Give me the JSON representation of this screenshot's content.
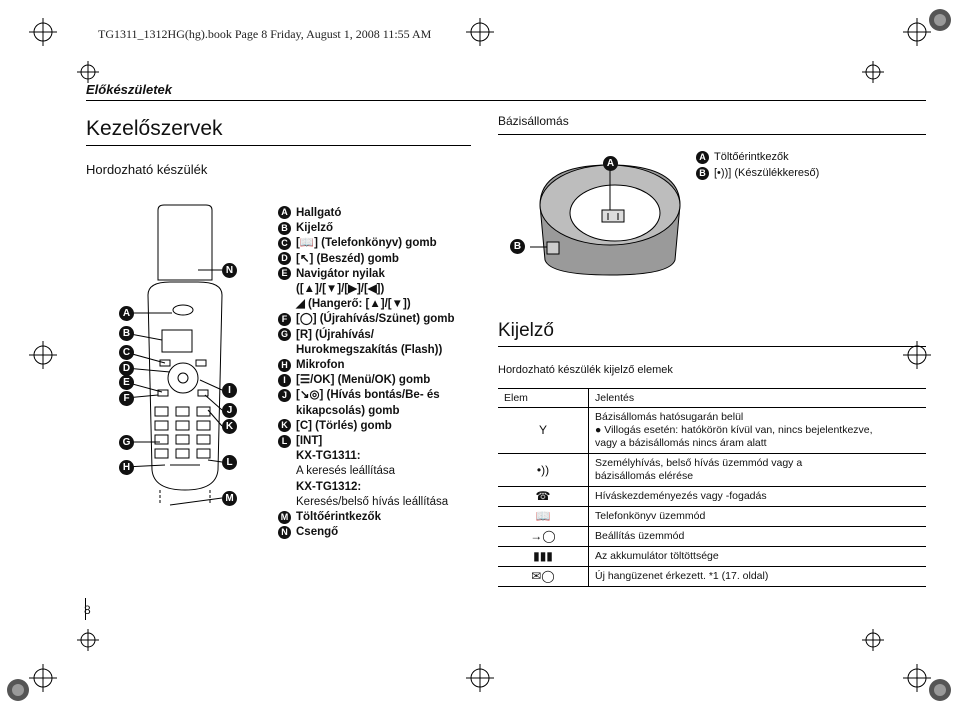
{
  "header_line": "TG1311_1312HG(hg).book  Page 8  Friday, August 1, 2008  11:55 AM",
  "section_title": "Előkészületek",
  "page_title": "Kezelőszervek",
  "handset": {
    "heading": "Hordozható készülék",
    "items": [
      {
        "n": "A",
        "text": "Hallgató"
      },
      {
        "n": "B",
        "text": "Kijelző"
      },
      {
        "n": "C",
        "text": "[📖] (Telefonkönyv) gomb"
      },
      {
        "n": "D",
        "text": "[↖] (Beszéd) gomb"
      },
      {
        "n": "E",
        "text": "Navigátor nyilak"
      },
      {
        "n": "",
        "text": "([▲]/[▼]/[▶]/[◀])"
      },
      {
        "n": "",
        "text": "◢ (Hangerő: [▲]/[▼])"
      },
      {
        "n": "F",
        "text": "[◯] (Újrahívás/Szünet) gomb"
      },
      {
        "n": "G",
        "text": "[R] (Újrahívás/"
      },
      {
        "n": "",
        "text": "Hurokmegszakítás (Flash))"
      },
      {
        "n": "H",
        "text": "Mikrofon"
      },
      {
        "n": "I",
        "text": "[☰/OK] (Menü/OK) gomb"
      },
      {
        "n": "J",
        "text": "[↘◎] (Hívás bontás/Be- és"
      },
      {
        "n": "",
        "text": "kikapcsolás) gomb"
      },
      {
        "n": "K",
        "text": "[C] (Törlés) gomb"
      },
      {
        "n": "L",
        "text": "[INT]"
      },
      {
        "n": "",
        "text": "KX-TG1311:"
      },
      {
        "n": "",
        "text": "A keresés leállítása"
      },
      {
        "n": "",
        "text": "KX-TG1312:"
      },
      {
        "n": "",
        "text": "Keresés/belső hívás leállítása"
      },
      {
        "n": "M",
        "text": "Töltőérintkezők"
      },
      {
        "n": "N",
        "text": "Csengő"
      }
    ]
  },
  "base": {
    "heading": "Bázisállomás",
    "legend": [
      {
        "n": "A",
        "text": "Töltőérintkezők"
      },
      {
        "n": "B",
        "text": "[•))] (Készülékkereső)"
      }
    ]
  },
  "display": {
    "title": "Kijelző",
    "subtitle": "Hordozható készülék kijelző elemek",
    "col_item": "Elem",
    "col_meaning": "Jelentés",
    "rows": [
      {
        "icon": "Y",
        "lines": [
          "Bázisállomás hatósugarán belül",
          "● Villogás esetén: hatókörön kívül van, nincs bejelentkezve,",
          "   vagy a bázisállomás nincs áram alatt"
        ]
      },
      {
        "icon": "•))",
        "lines": [
          "Személyhívás, belső hívás üzemmód vagy a",
          "bázisállomás elérése"
        ]
      },
      {
        "icon": "☎",
        "lines": [
          "Híváskezdeményezés vagy -fogadás"
        ]
      },
      {
        "icon": "📖",
        "lines": [
          "Telefonkönyv üzemmód"
        ]
      },
      {
        "icon": "→◯",
        "lines": [
          "Beállítás üzemmód"
        ]
      },
      {
        "icon": "▮▮▮",
        "lines": [
          "Az akkumulátor töltöttsége"
        ]
      },
      {
        "icon": "✉◯",
        "lines": [
          "Új hangüzenet érkezett. *1 (17. oldal)"
        ]
      }
    ]
  },
  "page_number": "8",
  "callouts_left": [
    "A",
    "B",
    "C",
    "D",
    "E",
    "F",
    "G",
    "H"
  ],
  "callouts_right": [
    "N",
    "I",
    "J",
    "K",
    "L",
    "M"
  ]
}
